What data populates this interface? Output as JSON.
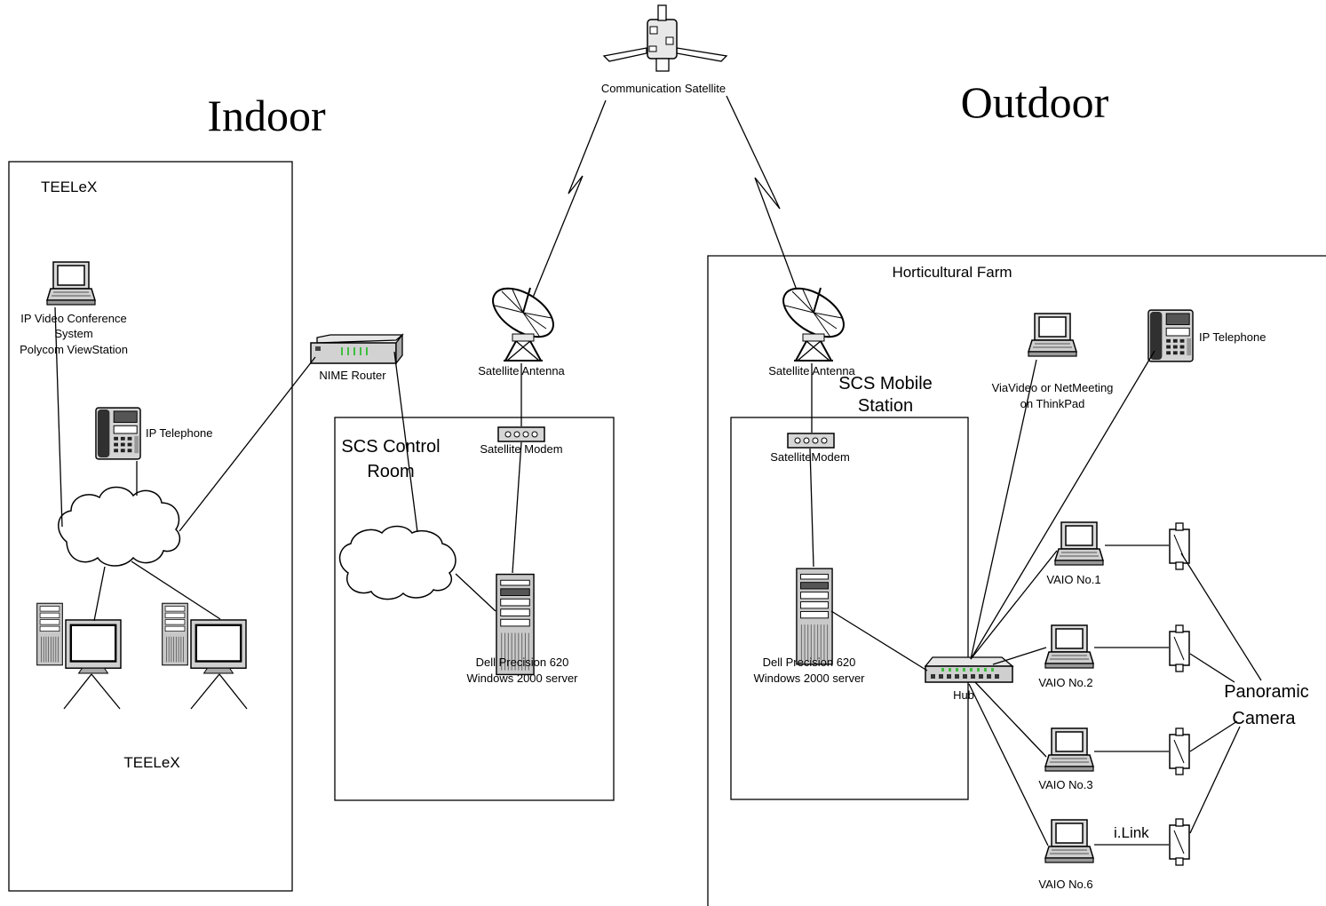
{
  "titles": {
    "indoor": "Indoor",
    "outdoor": "Outdoor"
  },
  "satellite": {
    "label": "Communication Satellite"
  },
  "indoor": {
    "box_label": "TEELeX",
    "bottom_label": "TEELeX",
    "videoconf": {
      "line1": "IP Video Conference",
      "line2": "System",
      "line3": "Polycom ViewStation"
    },
    "ip_telephone": "IP Telephone",
    "router": "NIME Router"
  },
  "control_room": {
    "title_line1": "SCS Control",
    "title_line2": "Room",
    "antenna": "Satellite Antenna",
    "modem": "Satellite Modem",
    "server_line1": "Dell Precision 620",
    "server_line2": "Windows 2000 server"
  },
  "farm": {
    "title": "Horticultural Farm",
    "antenna": "Satellite Antenna",
    "mobile_line1": "SCS Mobile",
    "mobile_line2": "Station",
    "modem": "SatelliteModem",
    "server_line1": "Dell Precision 620",
    "server_line2": "Windows 2000 server",
    "hub": "Hub",
    "thinkpad_line1": "ViaVideo or NetMeeting",
    "thinkpad_line2": "on ThinkPad",
    "ip_telephone": "IP Telephone",
    "vaio": [
      "VAIO No.1",
      "VAIO No.2",
      "VAIO No.3",
      "VAIO No.6"
    ],
    "ilink": "i.Link",
    "panoramic_line1": "Panoramic",
    "panoramic_line2": "Camera"
  },
  "colors": {
    "line": "#000000",
    "device_fill": "#d4d4d4",
    "device_dark": "#8a8a8a",
    "router_led": "#3fbf3f"
  }
}
